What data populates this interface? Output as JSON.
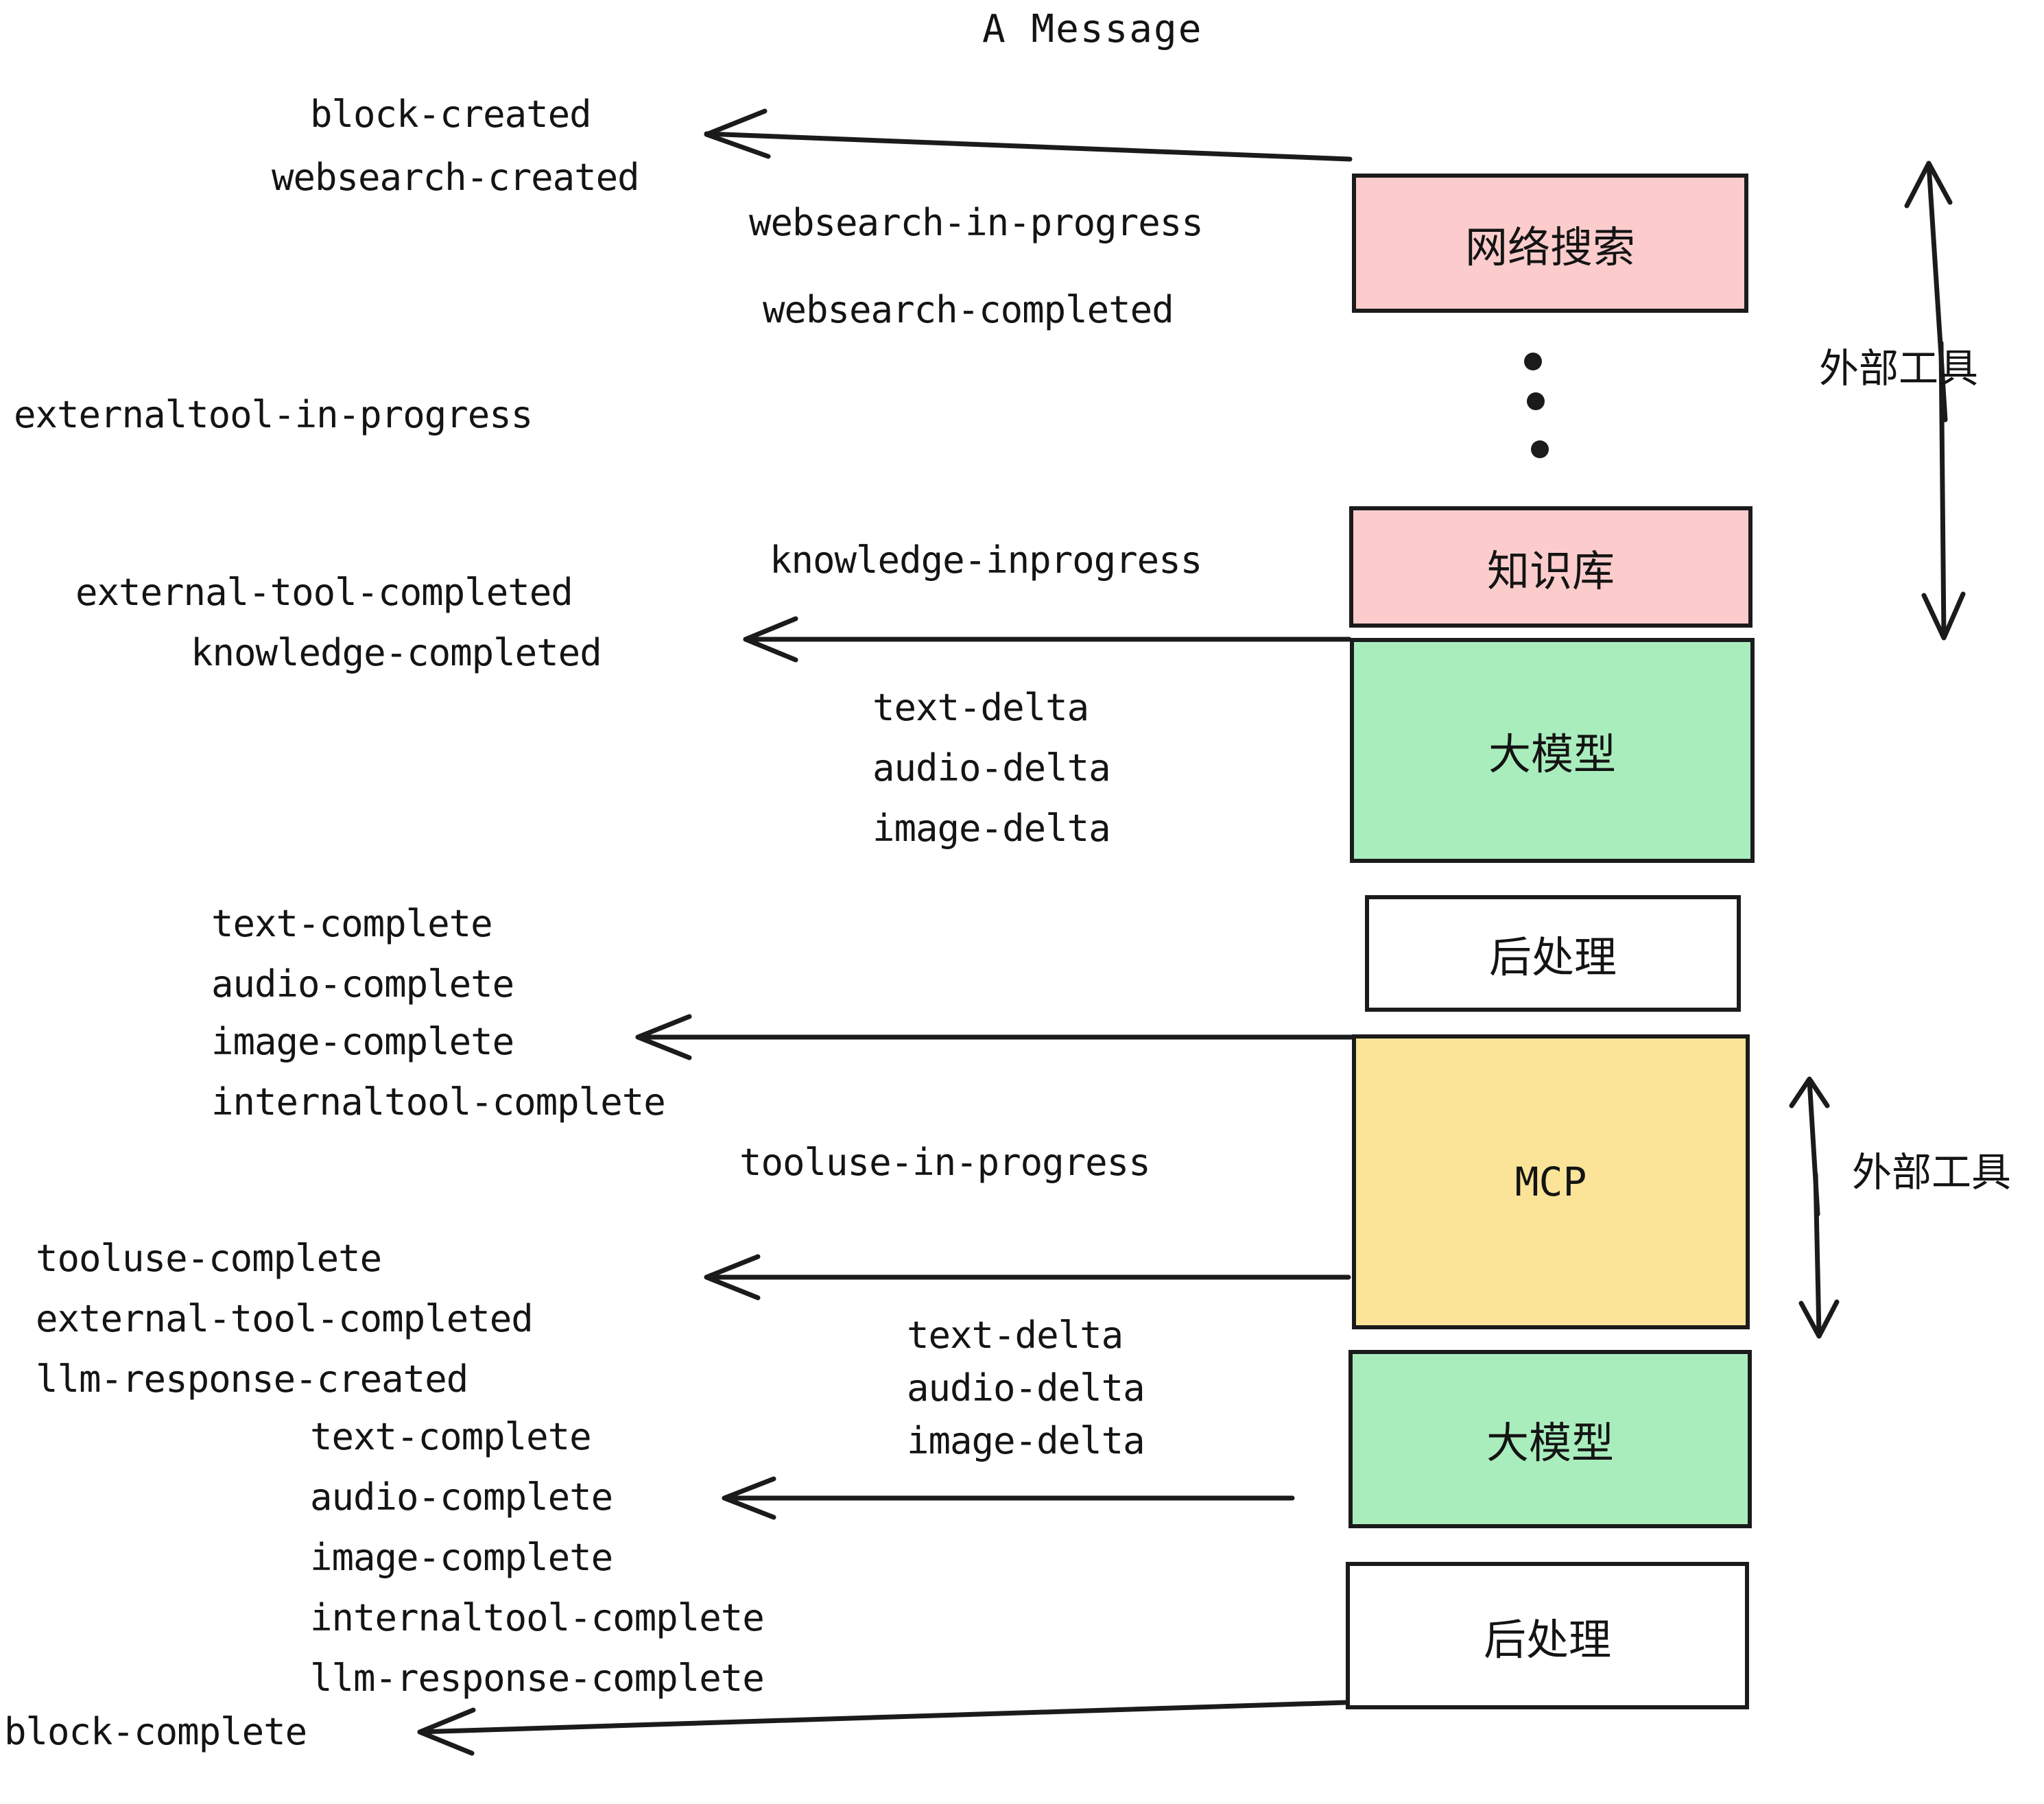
{
  "title": "A Message",
  "events": {
    "block_created": "block-created",
    "websearch_created": "websearch-created",
    "websearch_in_progress": "websearch-in-progress",
    "websearch_completed": "websearch-completed",
    "externaltool_in_progress": "externaltool-in-progress",
    "knowledge_inprogress": "knowledge-inprogress",
    "external_tool_completed_1": "external-tool-completed",
    "knowledge_completed": "knowledge-completed",
    "text_delta_1": "text-delta",
    "audio_delta_1": "audio-delta",
    "image_delta_1": "image-delta",
    "text_complete_1": "text-complete",
    "audio_complete_1": "audio-complete",
    "image_complete_1": "image-complete",
    "internaltool_complete_1": "internaltool-complete",
    "tooluse_in_progress": "tooluse-in-progress",
    "tooluse_complete": "tooluse-complete",
    "external_tool_completed_2": "external-tool-completed",
    "llm_response_created": "llm-response-created",
    "text_delta_2": "text-delta",
    "audio_delta_2": "audio-delta",
    "image_delta_2": "image-delta",
    "text_complete_2": "text-complete",
    "audio_complete_2": "audio-complete",
    "image_complete_2": "image-complete",
    "internaltool_complete_2": "internaltool-complete",
    "llm_response_complete": "llm-response-complete",
    "block_complete": "block-complete"
  },
  "boxes": {
    "websearch": "网络搜索",
    "knowledge": "知识库",
    "llm_1": "大模型",
    "postprocess_1": "后处理",
    "mcp": "MCP",
    "llm_2": "大模型",
    "postprocess_2": "后处理"
  },
  "side_labels": {
    "external_tool_top": "外部工具",
    "external_tool_bottom": "外部工具"
  },
  "colors": {
    "pink": "#fccccc",
    "green": "#a9edbd",
    "yellow": "#fbe498",
    "white": "#ffffff",
    "stroke": "#1b1b1b"
  }
}
